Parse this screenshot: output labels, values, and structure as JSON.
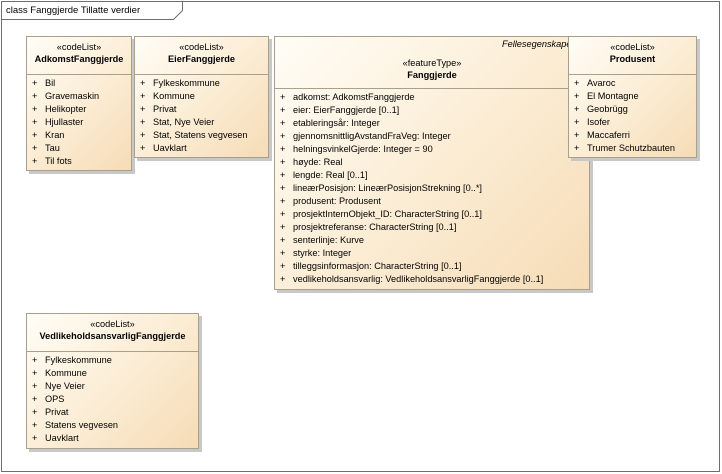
{
  "diagram": {
    "title": "class Fanggjerde Tillatte verdier",
    "marker": "+"
  },
  "classes": {
    "adkomst": {
      "stereotype": "«codeList»",
      "name": "AdkomstFanggjerde",
      "items": [
        "Bil",
        "Gravemaskin",
        "Helikopter",
        "Hjullaster",
        "Kran",
        "Tau",
        "Til fots"
      ]
    },
    "eier": {
      "stereotype": "«codeList»",
      "name": "EierFanggjerde",
      "items": [
        "Fylkeskommune",
        "Kommune",
        "Privat",
        "Stat, Nye Veier",
        "Stat, Statens vegvesen",
        "Uavklart"
      ]
    },
    "fanggjerde": {
      "package": "Fellesegenskaper",
      "stereotype": "«featureType»",
      "name": "Fanggjerde",
      "items": [
        "adkomst: AdkomstFanggjerde",
        "eier: EierFanggjerde [0..1]",
        "etableringsår: Integer",
        "gjennomsnittligAvstandFraVeg: Integer",
        "helningsvinkelGjerde: Integer = 90",
        "høyde: Real",
        "lengde: Real [0..1]",
        "lineærPosisjon: LineærPosisjonStrekning [0..*]",
        "produsent: Produsent",
        "prosjektInternObjekt_ID: CharacterString [0..1]",
        "prosjektreferanse: CharacterString [0..1]",
        "senterlinje: Kurve",
        "styrke: Integer",
        "tilleggsinformasjon: CharacterString [0..1]",
        "vedlikeholdsansvarlig: VedlikeholdsansvarligFanggjerde [0..1]"
      ]
    },
    "produsent": {
      "stereotype": "«codeList»",
      "name": "Produsent",
      "items": [
        "Avaroc",
        "El Montagne",
        "Geobrügg",
        "Isofer",
        "Maccaferri",
        "Trumer Schutzbauten"
      ]
    },
    "vedlikehold": {
      "stereotype": "«codeList»",
      "name": "VedlikeholdsansvarligFanggjerde",
      "items": [
        "Fylkeskommune",
        "Kommune",
        "Nye Veier",
        "OPS",
        "Privat",
        "Statens vegvesen",
        "Uavklart"
      ]
    }
  }
}
